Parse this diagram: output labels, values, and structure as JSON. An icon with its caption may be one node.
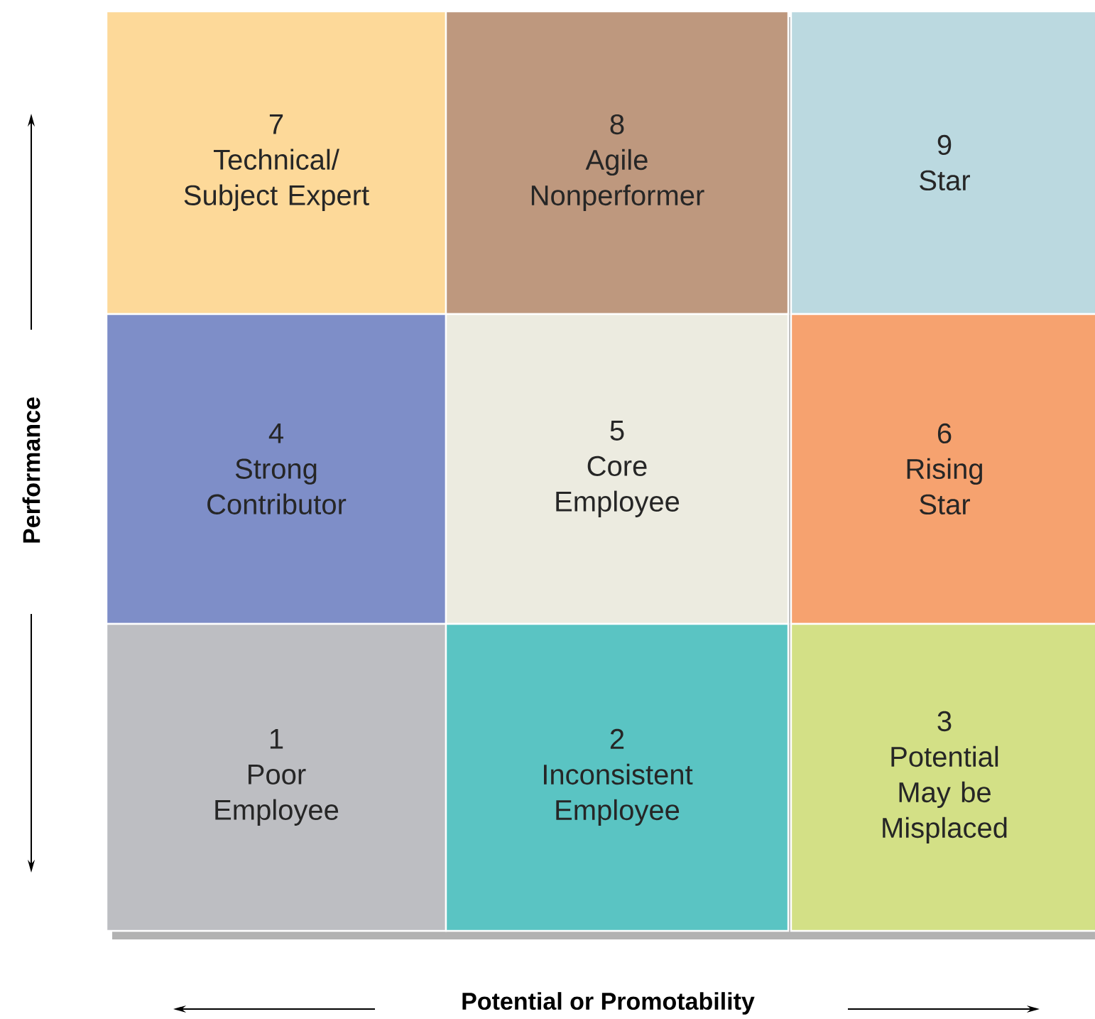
{
  "diagram": {
    "nodes": [
      {
        "text": [
          "7",
          "Technical/ Subject Expert"
        ]
      },
      {
        "text": [
          "8",
          "Agile Nonperformer"
        ]
      },
      {
        "text": [
          "9",
          "Star"
        ]
      },
      {
        "text": [
          "4",
          "Strong Contributor"
        ]
      },
      {
        "text": [
          "5",
          "Core Employee"
        ]
      },
      {
        "text": [
          "6",
          "Rising Star"
        ]
      },
      {
        "text": [
          "1",
          "Poor Employee"
        ]
      },
      {
        "text": [
          "2",
          "Inconsistent Employee"
        ]
      },
      {
        "text": [
          "3",
          "Potential May be Misplaced"
        ]
      }
    ],
    "labels": [
      "Performance",
      "Potential or Promotability"
    ]
  }
}
